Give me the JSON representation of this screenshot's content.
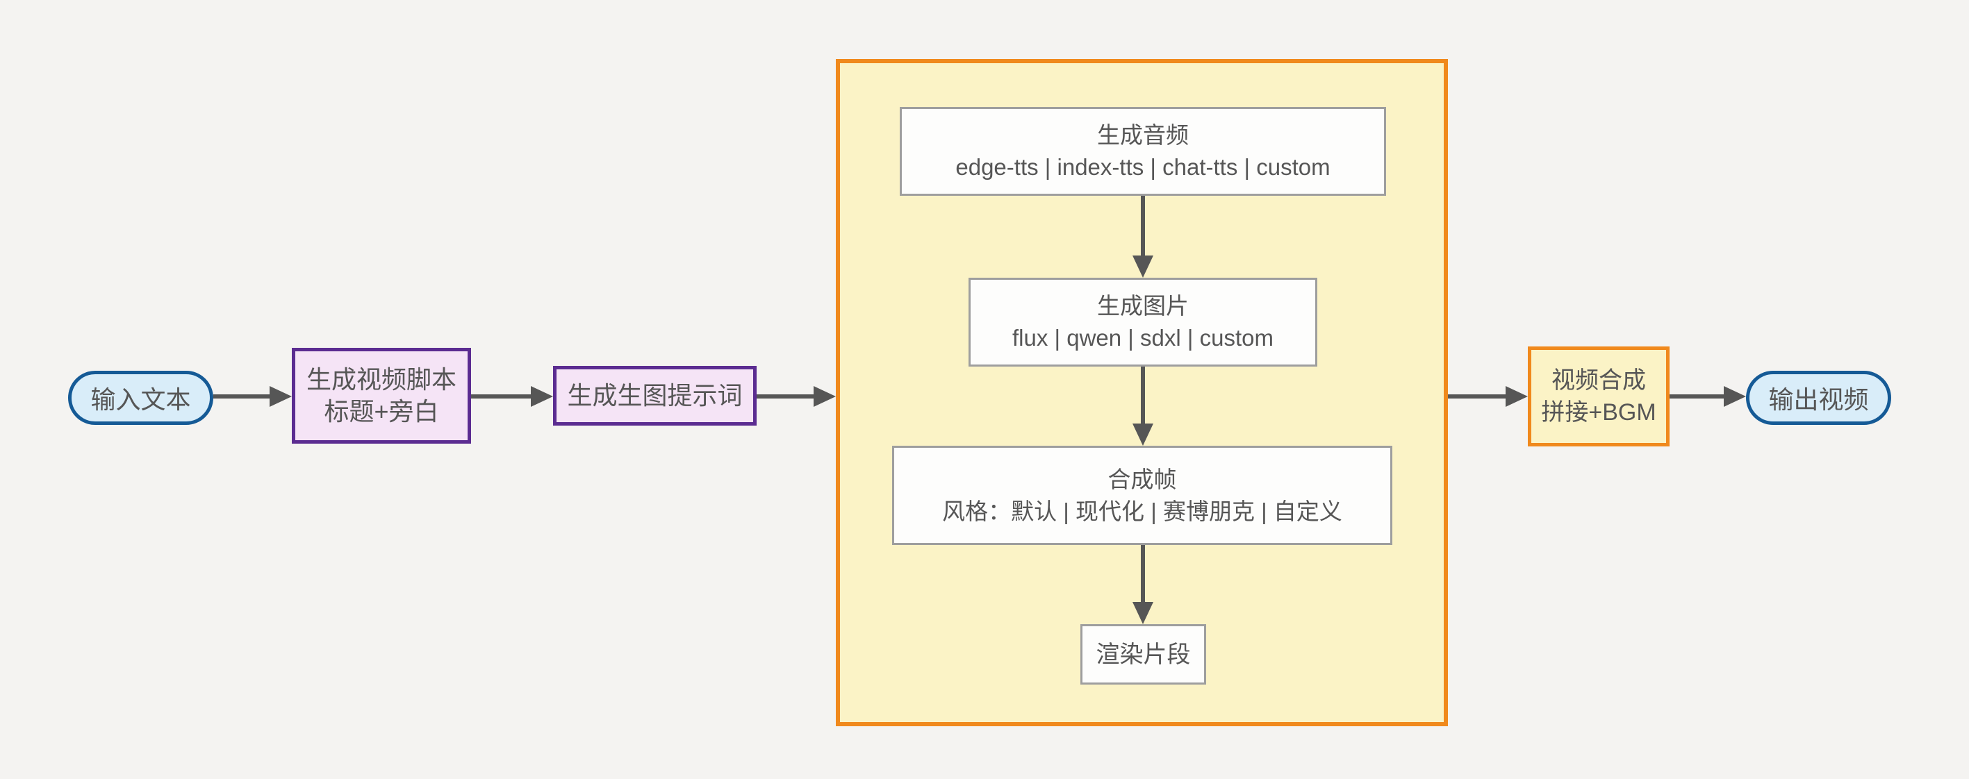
{
  "diagram": {
    "type": "flowchart",
    "direction": "left-to-right",
    "nodes": {
      "input": {
        "label": "输入文本"
      },
      "script": {
        "line1": "生成视频脚本",
        "line2": "标题+旁白"
      },
      "prompt": {
        "label": "生成生图提示词"
      },
      "audio": {
        "line1": "生成音频",
        "line2": "edge-tts | index-tts | chat-tts | custom"
      },
      "image": {
        "line1": "生成图片",
        "line2": "flux | qwen | sdxl | custom"
      },
      "frame": {
        "line1": "合成帧",
        "line2": "风格：默认 | 现代化 | 赛博朋克 | 自定义"
      },
      "render": {
        "label": "渲染片段"
      },
      "compose": {
        "line1": "视频合成",
        "line2": "拼接+BGM"
      },
      "output": {
        "label": "输出视频"
      }
    },
    "edges": [
      {
        "from": "input",
        "to": "script"
      },
      {
        "from": "script",
        "to": "prompt"
      },
      {
        "from": "prompt",
        "to": "loop-container"
      },
      {
        "from": "audio",
        "to": "image"
      },
      {
        "from": "image",
        "to": "frame"
      },
      {
        "from": "frame",
        "to": "render"
      },
      {
        "from": "loop-container",
        "to": "compose"
      },
      {
        "from": "compose",
        "to": "output"
      }
    ],
    "colors": {
      "background": "#f4f3f1",
      "pill_border": "#155a96",
      "pill_fill": "#d9edf9",
      "purple_border": "#5b2c91",
      "purple_fill": "#f5e4f6",
      "orange_border": "#f0891c",
      "yellow_fill": "#fbf3c6",
      "white_box_border": "#9e9e9e",
      "white_box_fill": "#fdfdfc",
      "arrow": "#565656",
      "text": "#565656"
    }
  }
}
